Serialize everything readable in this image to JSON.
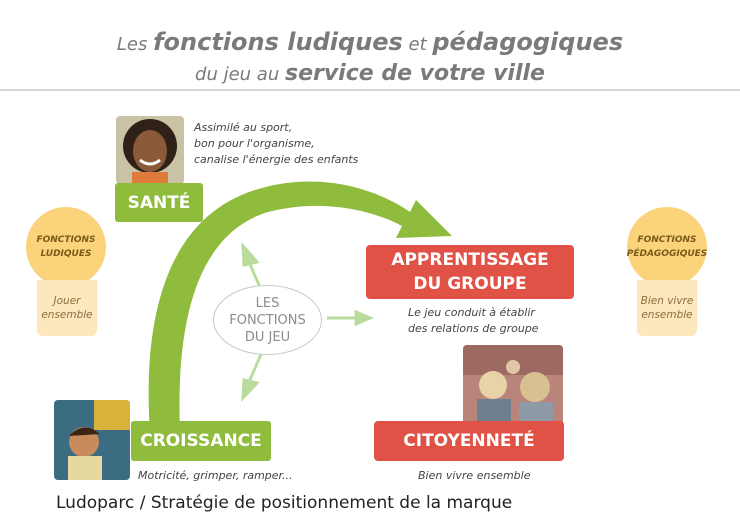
{
  "header": {
    "line1_a": "Les ",
    "line1_b": "fonctions ludiques",
    "line1_c": " et ",
    "line1_d": "pédagogiques",
    "line2_a": "du jeu au ",
    "line2_b": "service de votre ville"
  },
  "left_badge": {
    "title_line1": "FONCTIONS",
    "title_line2": "LUDIQUES",
    "sub_line1": "Jouer",
    "sub_line2": "ensemble"
  },
  "right_badge": {
    "title_line1": "FONCTIONS",
    "title_line2": "PÉDAGOGIQUES",
    "sub_line1": "Bien vivre",
    "sub_line2": "ensemble"
  },
  "sante": {
    "label": "SANTÉ",
    "caption_line1": "Assimilé au sport,",
    "caption_line2": "bon pour l'organisme,",
    "caption_line3": "canalise l'énergie des enfants"
  },
  "apprentissage": {
    "label_line1": "APPRENTISSAGE",
    "label_line2": "DU GROUPE",
    "caption_line1": "Le jeu conduit à établir",
    "caption_line2": "des relations de groupe"
  },
  "center": {
    "line1": "LES",
    "line2": "FONCTIONS",
    "line3": "DU JEU"
  },
  "croissance": {
    "label": "CROISSANCE",
    "caption": "Motricité, grimper, ramper..."
  },
  "citoyennete": {
    "label": "CITOYENNETÉ",
    "caption": "Bien vivre ensemble"
  },
  "footer": "Ludoparc / Stratégie de positionnement de la marque",
  "colors": {
    "green": "#8fbc3c",
    "red": "#e05245",
    "yellow": "#fbd37a",
    "grey_text": "#7a7a7a"
  }
}
